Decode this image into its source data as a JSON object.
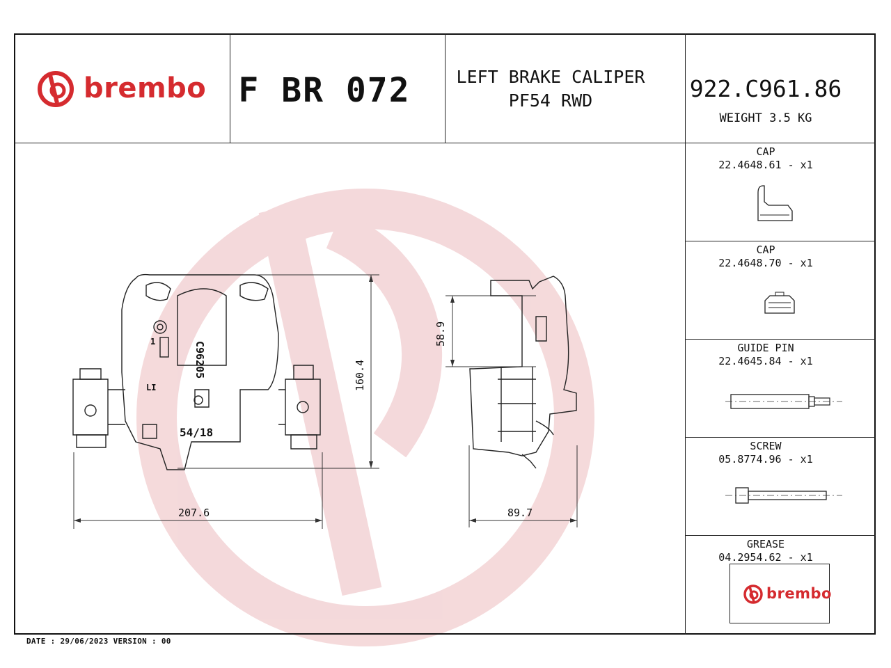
{
  "header": {
    "brand": "brembo",
    "code": "F BR 072",
    "description_line1": "LEFT BRAKE CALIPER",
    "description_line2": "PF54 RWD",
    "part_number": "922.C961.86",
    "weight": "WEIGHT 3.5 KG"
  },
  "drawing": {
    "dim_width": "207.6",
    "dim_height": "160.4",
    "dim_side_height": "58.9",
    "dim_side_width": "89.7",
    "marking_code": "C96205",
    "marking_size": "54/18",
    "marking_side": "LI",
    "marking_one": "1"
  },
  "accessories": [
    {
      "name": "CAP",
      "code": "22.4648.61 - x1",
      "icon": "cap-icon"
    },
    {
      "name": "CAP",
      "code": "22.4648.70 - x1",
      "icon": "cap-small-icon"
    },
    {
      "name": "GUIDE PIN",
      "code": "22.4645.84 - x1",
      "icon": "guide-pin-icon"
    },
    {
      "name": "SCREW",
      "code": "05.8774.96 - x1",
      "icon": "screw-icon"
    },
    {
      "name": "GREASE",
      "code": "04.2954.62 - x1",
      "icon": "grease-icon",
      "label": "brembo"
    }
  ],
  "footer": {
    "text": "DATE : 29/06/2023 VERSION : 00"
  },
  "colors": {
    "brand_red": "#d52b2f",
    "watermark": "#f6d9da"
  }
}
